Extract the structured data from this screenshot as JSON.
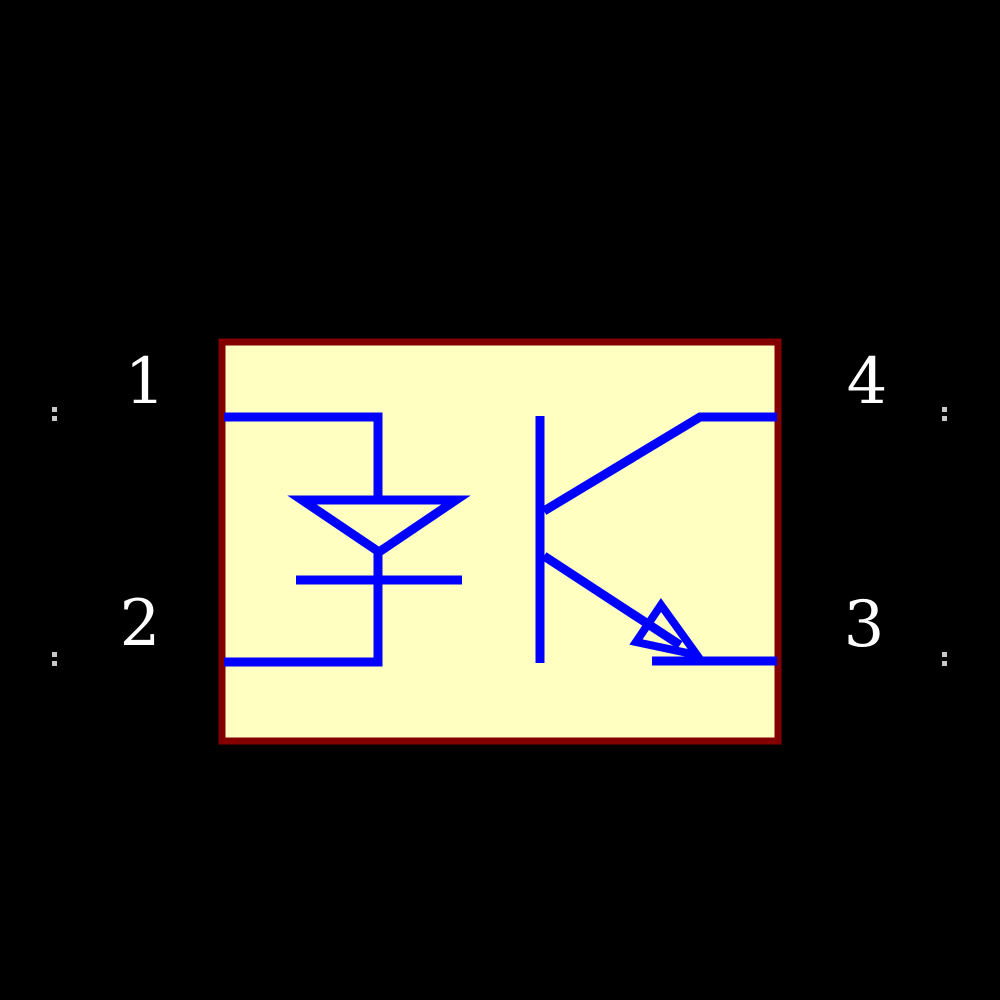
{
  "diagram": {
    "kind": "schematic-symbol",
    "component": "optocoupler-led-phototransistor",
    "pins": [
      {
        "number": "1",
        "side": "left",
        "position": "top"
      },
      {
        "number": "2",
        "side": "left",
        "position": "bottom"
      },
      {
        "number": "3",
        "side": "right",
        "position": "bottom"
      },
      {
        "number": "4",
        "side": "right",
        "position": "top"
      }
    ],
    "colors": {
      "background": "#000000",
      "body_fill": "#FFFFC2",
      "body_border": "#840000",
      "wire": "#0000FF",
      "pin_number_text": "#FFFFFF",
      "pin_end_mark": "#C8C8C8"
    }
  }
}
